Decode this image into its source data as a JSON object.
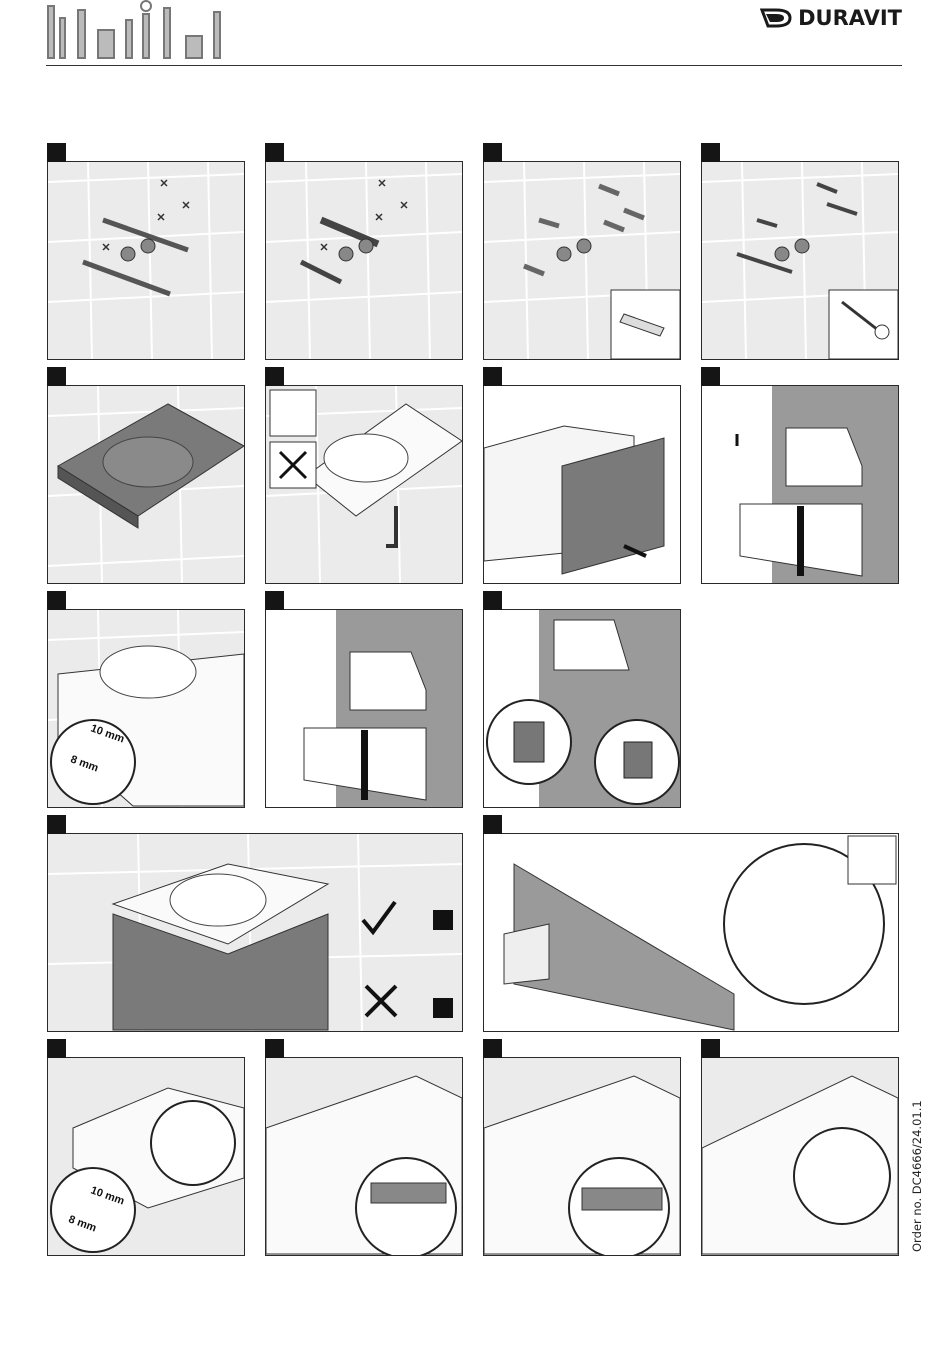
{
  "brand": {
    "name": "DURAVIT",
    "icon": "duravit-logo-icon"
  },
  "header": {
    "tools_icon": "tools-illustration-icon"
  },
  "panels": {
    "p9": {
      "label_top": "10 mm",
      "label_bottom": "8 mm"
    },
    "p16": {
      "label_top": "10 mm",
      "label_bottom": "8 mm"
    }
  },
  "footer": {
    "order_no": "Order no. DC4666/24.01.1"
  },
  "colors": {
    "wall": "#ebebeb",
    "grid": "#ffffff",
    "furniture": "#7a7a7a",
    "dark": "#222222"
  }
}
